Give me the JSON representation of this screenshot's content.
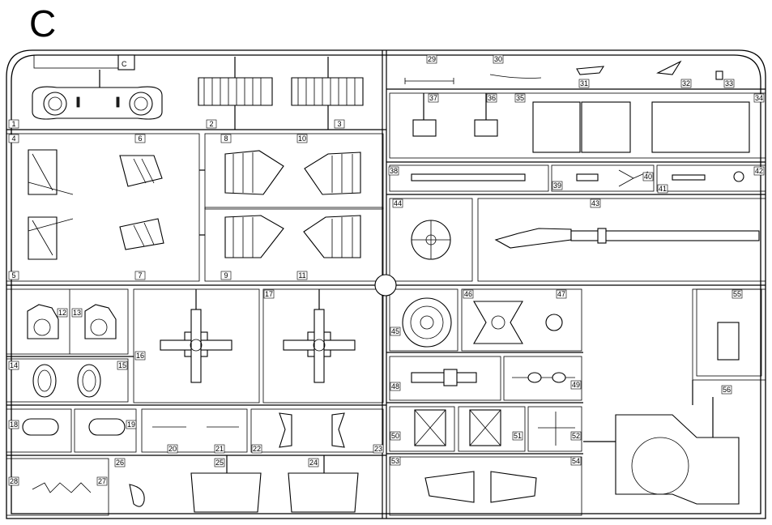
{
  "sheet": {
    "sprue_letter": "C",
    "tag_letter": "C"
  },
  "part_numbers": [
    "1",
    "2",
    "3",
    "4",
    "5",
    "6",
    "7",
    "8",
    "9",
    "10",
    "11",
    "12",
    "13",
    "14",
    "15",
    "16",
    "17",
    "18",
    "19",
    "20",
    "21",
    "22",
    "23",
    "24",
    "25",
    "26",
    "27",
    "28",
    "29",
    "30",
    "31",
    "32",
    "33",
    "34",
    "35",
    "36",
    "37",
    "38",
    "39",
    "40",
    "41",
    "42",
    "43",
    "44",
    "45",
    "46",
    "47",
    "48",
    "49",
    "50",
    "51",
    "52",
    "53",
    "54",
    "55",
    "56"
  ]
}
